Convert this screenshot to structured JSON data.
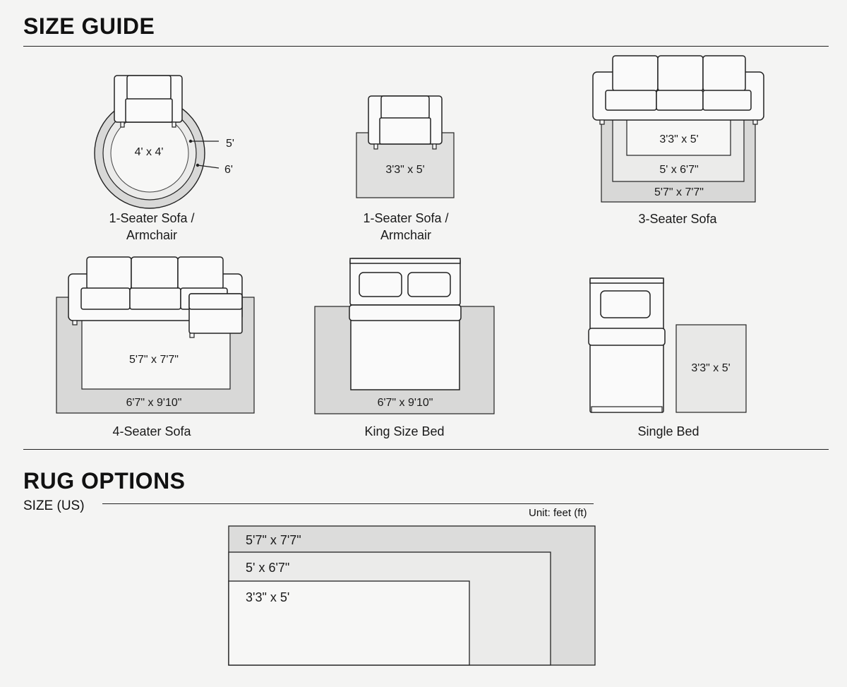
{
  "size_guide": {
    "title": "SIZE GUIDE",
    "items": [
      {
        "caption": [
          "1-Seater Sofa /",
          "Armchair"
        ],
        "labels": {
          "inner": "4' x 4'",
          "middle": "5'",
          "outer": "6'"
        }
      },
      {
        "caption": [
          "1-Seater Sofa /",
          "Armchair"
        ],
        "labels": {
          "rug": "3'3\" x 5'"
        }
      },
      {
        "caption": [
          "3-Seater Sofa"
        ],
        "labels": {
          "small": "3'3\" x 5'",
          "medium": "5' x 6'7\"",
          "large": "5'7\" x 7'7\""
        }
      },
      {
        "caption": [
          "4-Seater Sofa"
        ],
        "labels": {
          "inner": "5'7\" x 7'7\"",
          "outer": "6'7\" x 9'10\""
        }
      },
      {
        "caption": [
          "King Size Bed"
        ],
        "labels": {
          "rug": "6'7\" x 9'10\""
        }
      },
      {
        "caption": [
          "Single Bed"
        ],
        "labels": {
          "rug": "3'3\" x 5'"
        }
      }
    ]
  },
  "rug_options": {
    "title": "RUG OPTIONS",
    "subtitle": "SIZE (US)",
    "unit": "Unit: feet (ft)",
    "sizes": [
      "5'7\" x 7'7\"",
      "5' x 6'7\"",
      "3'3\" x 5'"
    ]
  },
  "colors": {
    "background": "#f4f4f3",
    "rug_fill": "#dcdcdb",
    "rug_light": "#ebebea",
    "line": "#222222"
  }
}
